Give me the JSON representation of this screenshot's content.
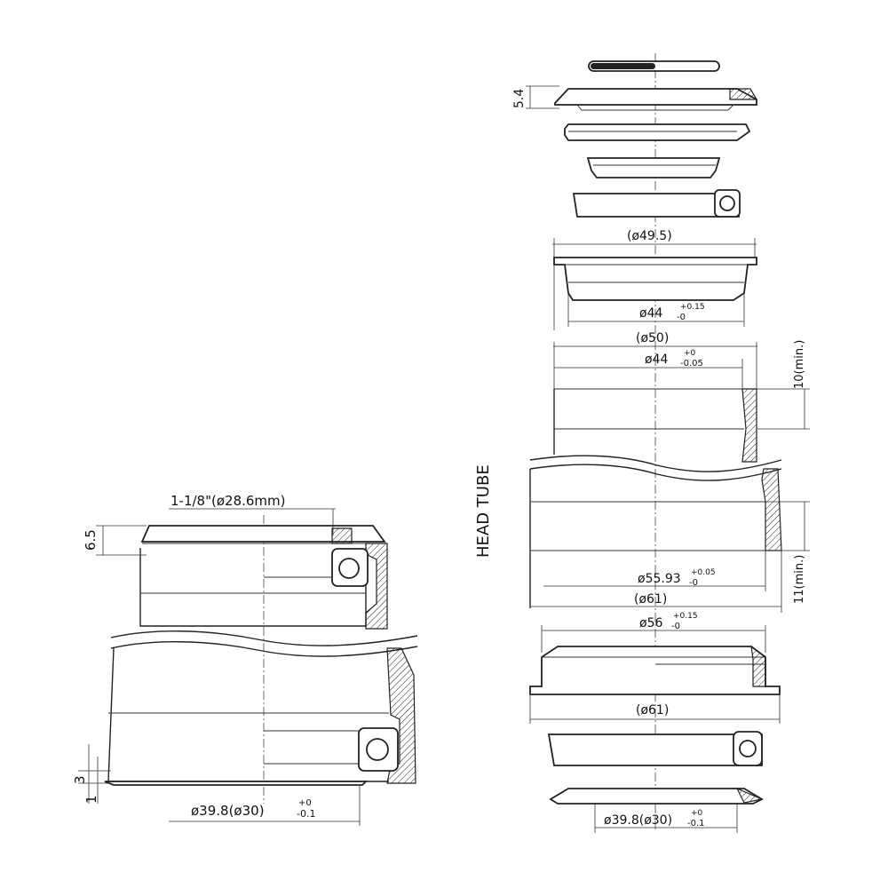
{
  "assembly": {
    "spec_label": "1-1/8\"(ø28.6mm)",
    "top_height": "6.5",
    "bottom_height_a": "3",
    "bottom_height_b": "1",
    "bottom_diameter": {
      "main": "ø39.8(ø30)",
      "tol_upper": "+0",
      "tol_lower": "-0.1"
    }
  },
  "exploded": {
    "top_cap_height": "5.4",
    "upper_cup": {
      "outer": "(ø49.5)",
      "press": {
        "main": "ø44",
        "tol_upper": "+0.15",
        "tol_lower": "-0"
      }
    },
    "head_tube": {
      "label": "HEAD TUBE",
      "top_outer": "(ø50)",
      "top_bore": {
        "main": "ø44",
        "tol_upper": "+0",
        "tol_lower": "-0.05"
      },
      "top_depth": "10(min.)",
      "bottom_bore": {
        "main": "ø55.93",
        "tol_upper": "+0.05",
        "tol_lower": "-0"
      },
      "bottom_outer": "(ø61)",
      "bottom_depth": "11(min.)"
    },
    "lower_cup": {
      "press": {
        "main": "ø56",
        "tol_upper": "+0.15",
        "tol_lower": "-0"
      },
      "outer": "(ø61)"
    },
    "crown_race": {
      "main": "ø39.8(ø30)",
      "tol_upper": "+0",
      "tol_lower": "-0.1"
    }
  }
}
